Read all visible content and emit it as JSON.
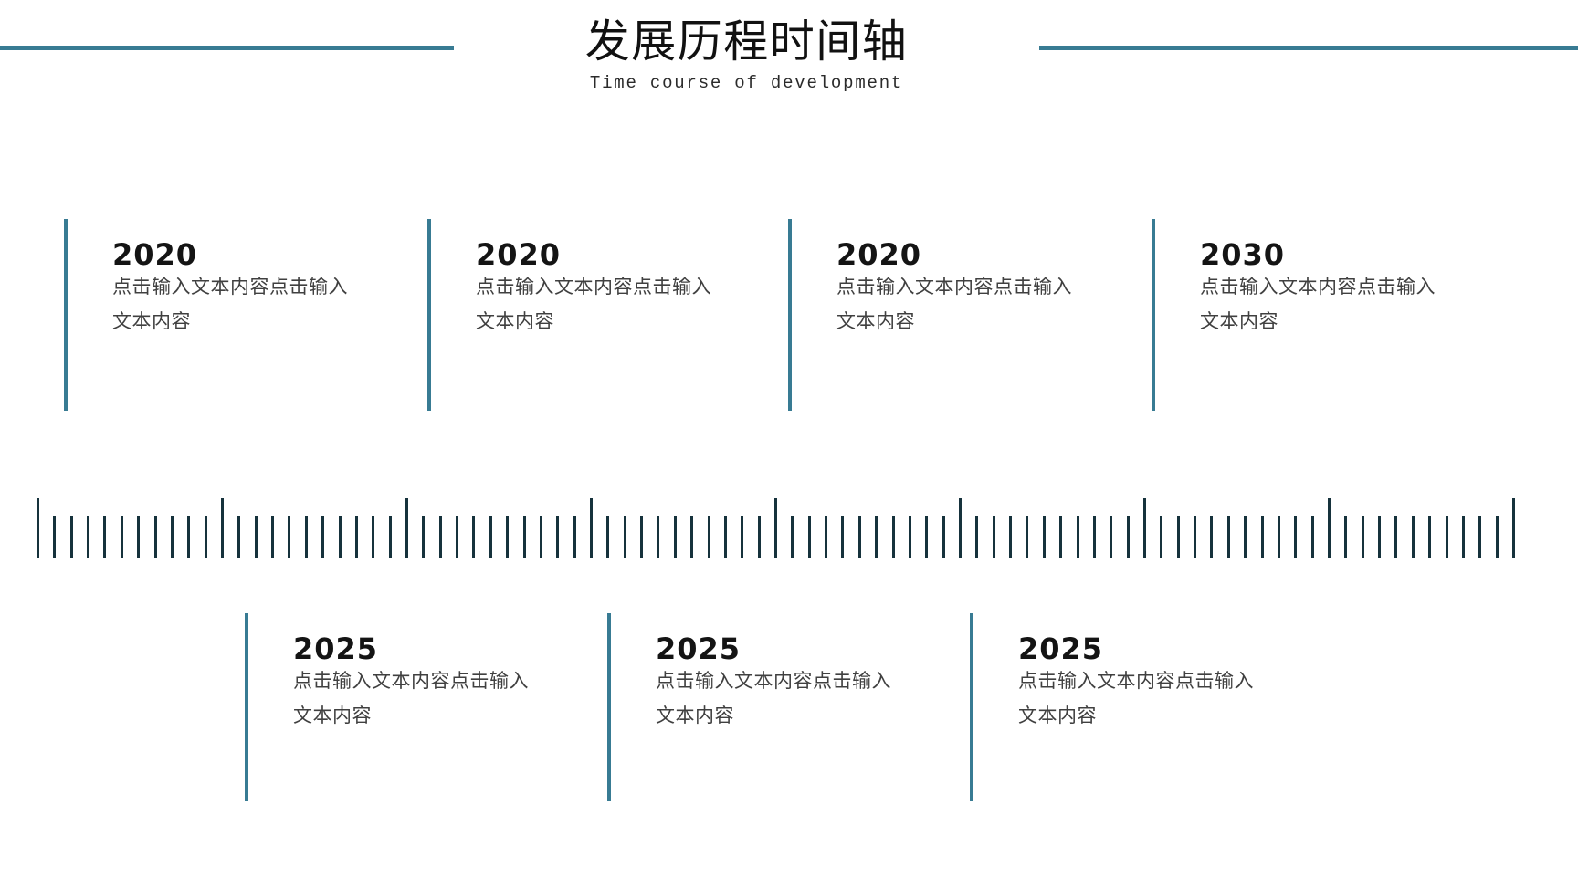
{
  "header": {
    "title": "发展历程时间轴",
    "subtitle": "Time course of development"
  },
  "timeline": {
    "top_entries": [
      {
        "year": "2020",
        "description": "点击输入文本内容点击输入文本内容"
      },
      {
        "year": "2020",
        "description": "点击输入文本内容点击输入文本内容"
      },
      {
        "year": "2020",
        "description": "点击输入文本内容点击输入文本内容"
      },
      {
        "year": "2030",
        "description": "点击输入文本内容点击输入文本内容"
      }
    ],
    "bottom_entries": [
      {
        "year": "2025",
        "description": "点击输入文本内容点击输入文本内容"
      },
      {
        "year": "2025",
        "description": "点击输入文本内容点击输入文本内容"
      },
      {
        "year": "2025",
        "description": "点击输入文本内容点击输入文本内容"
      }
    ],
    "ruler": {
      "major_tick_count": 9,
      "minor_ticks_between": 10
    }
  },
  "colors": {
    "accent": "#387b93",
    "tick": "#16323c",
    "title_text": "#111111",
    "body_text": "#404040"
  }
}
